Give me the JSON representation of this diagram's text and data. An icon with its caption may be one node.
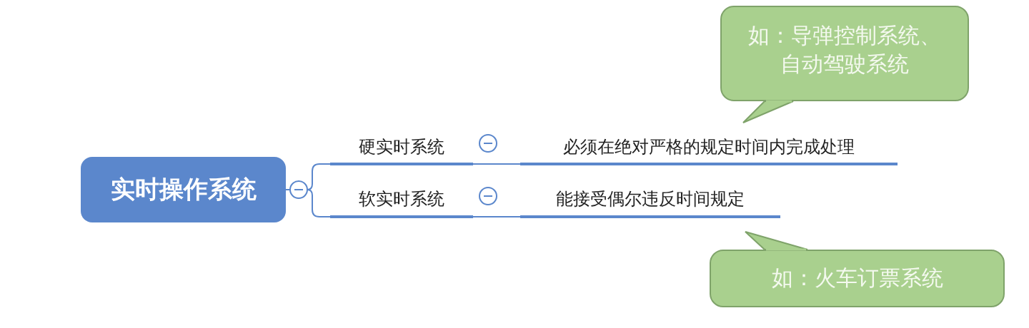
{
  "diagram": {
    "nodes": [
      {
        "text": [
          "实时操作系统"
        ]
      },
      {
        "text": [
          "硬实时系统"
        ]
      },
      {
        "text": [
          "必须在绝对严格的规定时间内完成处理"
        ]
      },
      {
        "text": [
          "软实时系统"
        ]
      },
      {
        "text": [
          "能接受偶尔违反时间规定"
        ]
      },
      {
        "text": [
          "如：导弹控制系统、自动驾驶系统"
        ]
      },
      {
        "text": [
          "如：火车订票系统"
        ]
      }
    ],
    "edges": [
      {
        "from": 0,
        "to": 1,
        "arrow": "none"
      },
      {
        "from": 0,
        "to": 3,
        "arrow": "none"
      },
      {
        "from": 1,
        "to": 2,
        "arrow": "none"
      },
      {
        "from": 3,
        "to": 4,
        "arrow": "none"
      }
    ]
  }
}
